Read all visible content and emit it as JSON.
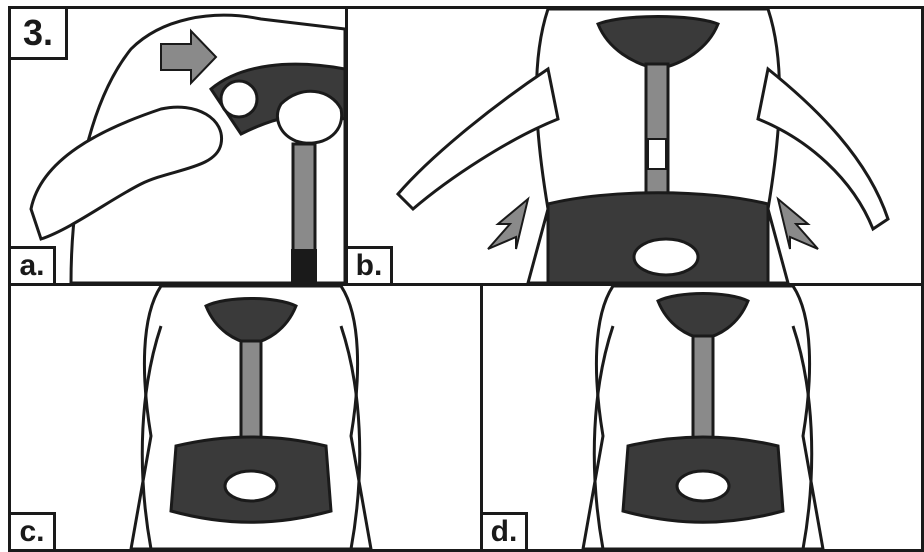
{
  "step_label": "3.",
  "panels": [
    {
      "label": "a."
    },
    {
      "label": "b."
    },
    {
      "label": "c."
    },
    {
      "label": "d."
    }
  ],
  "colors": {
    "ink": "#1a1a1a",
    "fill_dark": "#3a3a3a",
    "accent_gray": "#8a8a8a",
    "paper": "#ffffff"
  },
  "icons": [
    "arrow-icon",
    "brace-icon",
    "torso-icon"
  ]
}
